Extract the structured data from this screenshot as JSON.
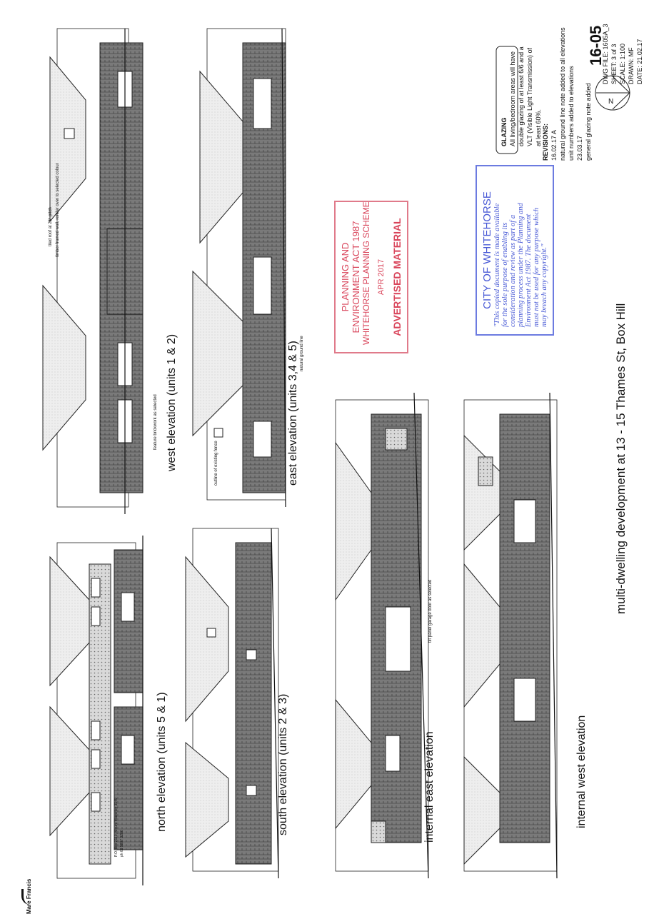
{
  "sheet_title": "multi-dwelling development at 13 - 15 Thames St, Box Hill",
  "drawing_number": "16-05",
  "elevations": [
    {
      "key": "west",
      "label": "west elevation (units 1 & 2)"
    },
    {
      "key": "east",
      "label": "east elevation (units 3,4 & 5)"
    },
    {
      "key": "north",
      "label": "north elevation (units 5 & 1)"
    },
    {
      "key": "south",
      "label": "south elevation (units 2 & 3)"
    },
    {
      "key": "int_east",
      "label": "internal east elevation"
    },
    {
      "key": "int_west",
      "label": "internal west elevation"
    }
  ],
  "stamp_planning": {
    "line1": "PLANNING AND",
    "line2": "ENVIRONMENT ACT 1987",
    "line3": "WHITEHORSE PLANNING SCHEME",
    "line4": "APR 2017",
    "line5": "ADVERTISED MATERIAL"
  },
  "stamp_council": {
    "title": "CITY OF WHITEHORSE",
    "line1": "\"This copied document is made available",
    "line2": "for the sole purpose of enabling its",
    "line3": "consideration and review as part of a",
    "line4": "planning process under the Planning and",
    "line5": "Environment Act 1987. The document",
    "line6": "must not be used for any purpose which",
    "line7": "may breach any copyright.\""
  },
  "glazing": {
    "heading": "GLAZING",
    "text": "All living/bedroom areas will have double glazing of at least 6/6 and a VLT (Visible Light Transmission) of at least 60%."
  },
  "revisions": {
    "heading": "REVISIONS:",
    "r1_date": "16.02.17",
    "r1_tag": "A",
    "r1_a": "natural ground line note added to all elevations",
    "r1_b": "unit numbers added to elevations",
    "r2_date": "23.03.17",
    "r2_a": "general glazing note added"
  },
  "title_block": {
    "dwg_file": "DWG FILE: 1605A_3",
    "sheet": "SHEET: 3 of 3",
    "scale": "SCALE: 1:100",
    "drawn": "DRAWN: MF",
    "date": "DATE: 21.02.17"
  },
  "firm": {
    "name": "Mare Francis",
    "address": "P.O. Box 2110, Mount Waverley 3149",
    "phone": "ph 03 9807 3286"
  },
  "north_arrow_label": "N",
  "callouts": {
    "tiled_roof": "tiled roof at 25° pitch",
    "timber_wall": "timber framed wall, render over to selected colour",
    "feature_brick": "feature brickwork as selected",
    "garage_door": "tilt panel garage door as selected",
    "ground_line": "natural ground line",
    "fence": "outline of existing fence"
  },
  "colors": {
    "red_stamp": "#d9445a",
    "blue_stamp": "#4a5bd6",
    "hatch": "#555555"
  }
}
